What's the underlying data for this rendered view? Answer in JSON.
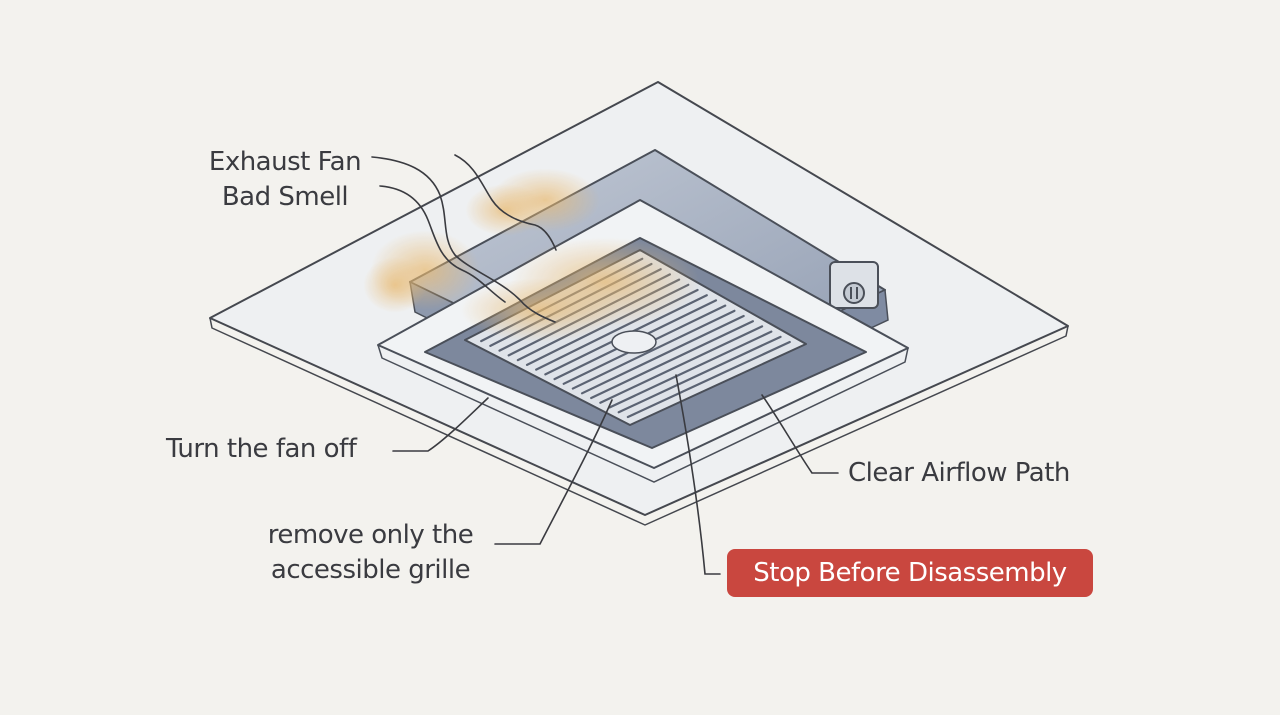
{
  "labels": {
    "title_line1": "Exhaust Fan",
    "title_line2": "Bad Smell",
    "turn_off": "Turn the fan off",
    "remove_line1": "remove only the",
    "remove_line2": "accessible grille",
    "airflow": "Clear Airflow Path",
    "stop": "Stop Before Disassembly"
  },
  "colors": {
    "background": "#f3f2ee",
    "ink": "#3a3b40",
    "stop_badge": "#c9473f",
    "odor": "#e8b970",
    "housing": "#a9b3c4",
    "grille_panel": "#dfe3e9"
  }
}
